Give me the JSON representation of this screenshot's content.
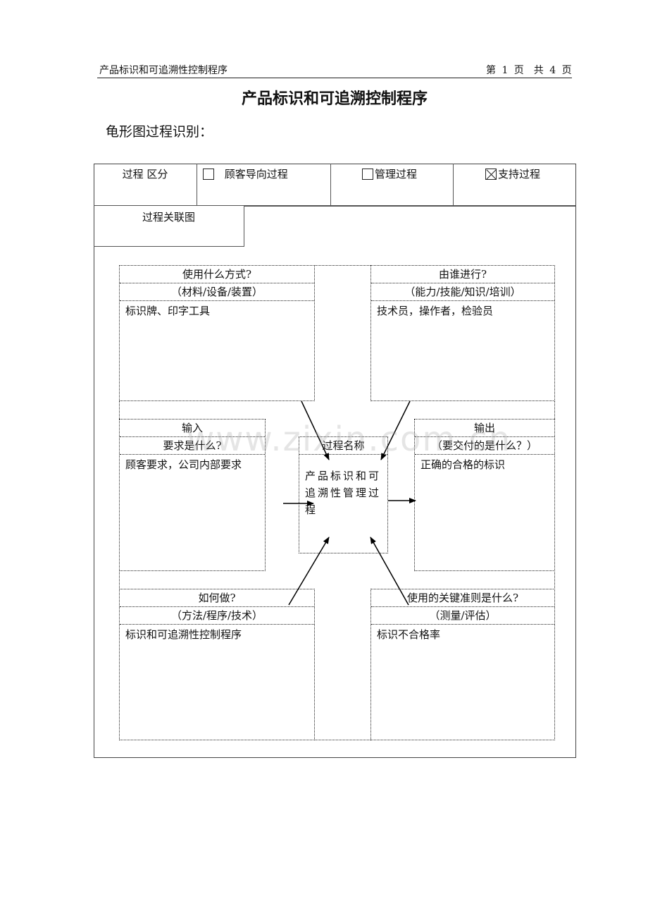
{
  "page_header": {
    "doc_name": "产品标识和可追溯性控制程序",
    "page_info": "第 1 页　共 4 页"
  },
  "title": "产品标识和可追溯控制程序",
  "subtitle": "龟形图过程识别：",
  "classification": {
    "label": "过程 区分",
    "options": [
      {
        "label": "顾客导向过程",
        "checked": false
      },
      {
        "label": "管理过程",
        "checked": false
      },
      {
        "label": "支持过程",
        "checked": true
      }
    ]
  },
  "relation_label": "过程关联图",
  "turtle": {
    "top_left": {
      "title": "使用什么方式?",
      "subtitle": "（材料/设备/装置）",
      "content": "标识牌、印字工具"
    },
    "top_right": {
      "title": "由谁进行?",
      "subtitle": "（能力/技能/知识/培训）",
      "content": "技术员，操作者，检验员"
    },
    "input": {
      "title": "输入",
      "subtitle": "要求是什么?",
      "content": "顾客要求，公司内部要求"
    },
    "output": {
      "title": "输出",
      "subtitle": "（要交付的是什么？）",
      "content": "正确的合格的标识"
    },
    "center": {
      "title": "过程名称",
      "content": "产品标识和可追溯性管理过程"
    },
    "bottom_left": {
      "title": "如何做?",
      "subtitle": "（方法/程序/技术）",
      "content": "标识和可追溯性控制程序"
    },
    "bottom_right": {
      "title": "使用的关键准则是什么?",
      "subtitle": "（测量/评估）",
      "content": "标识不合格率"
    }
  },
  "watermark": "www.zixin.com.cn"
}
